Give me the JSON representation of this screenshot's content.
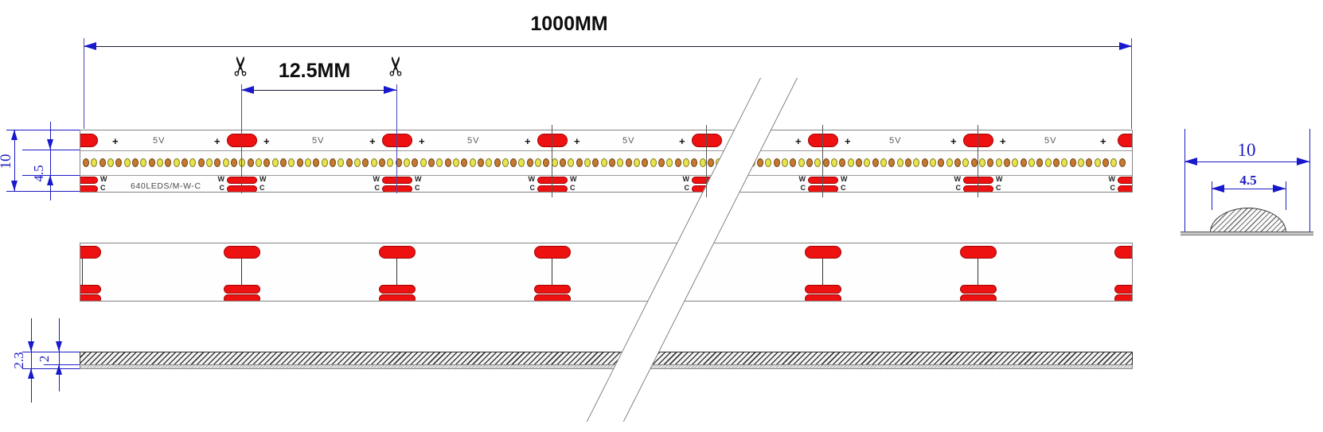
{
  "drawing": {
    "total_length_label": "1000MM",
    "cut_spacing_label": "12.5MM",
    "strip_width_label": "10",
    "led_band_label": "4.5",
    "thickness_total_label": "2.3",
    "thickness_pcb_label": "2",
    "section_width_label": "10",
    "section_dome_label": "4.5",
    "spec_text": "640LEDS/M-W-C",
    "voltage_text": "5V",
    "plus_text": "+",
    "white_channel_text": "W",
    "cool_channel_text": "C",
    "scissors_icon": "✂"
  },
  "colors": {
    "dimension_blue": "#1c1cc4",
    "pad_red": "#ee1111",
    "pad_border": "#a30000",
    "led_orange": "#c8792f",
    "led_orange_border": "#6b4313",
    "led_yellow": "#e8e44c",
    "led_yellow_border": "#857a1e"
  },
  "top_view": {
    "pad_centers": [
      103,
      303,
      498,
      693,
      887,
      1033,
      1228,
      1422
    ],
    "voltage_centers": [
      200,
      400,
      595,
      790,
      1125,
      1320
    ],
    "led_dot_start": 107,
    "led_dot_end": 1418,
    "led_dot_step": 10.33
  },
  "middle_view": {
    "pad_centers": [
      103,
      303,
      498,
      693,
      1033,
      1228,
      1422
    ]
  },
  "cut_marks": {
    "scissor_positions": [
      303,
      498
    ],
    "plain_positions": [
      693,
      887,
      1033,
      1228
    ]
  }
}
